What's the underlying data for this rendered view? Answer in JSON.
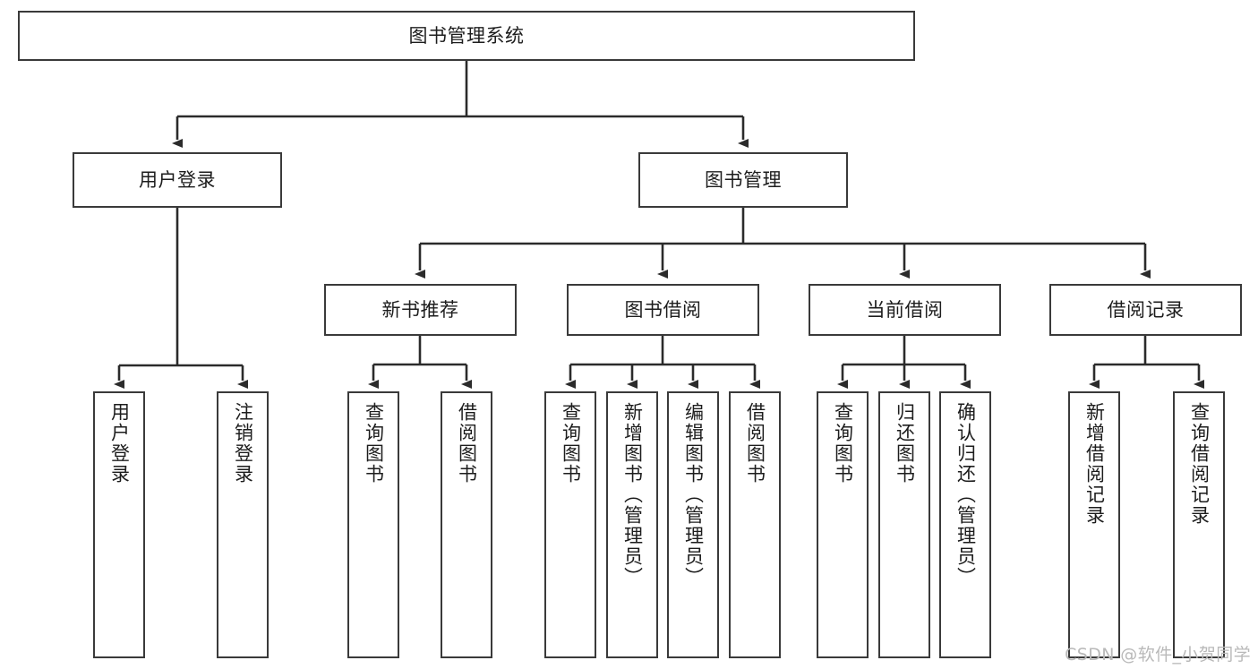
{
  "diagram": {
    "title": "图书管理系统",
    "type": "tree-hierarchy",
    "orientation": "top-down",
    "colors": {
      "node_border": "#3a3a3a",
      "node_fill": "#ffffff",
      "edge": "#2b2b2b",
      "text": "#1d1d1d",
      "background": "#ffffff",
      "watermark": "#b9b9b9"
    }
  },
  "root": {
    "label": "图书管理系统"
  },
  "level2": [
    {
      "label": "用户登录"
    },
    {
      "label": "图书管理"
    }
  ],
  "level3": [
    {
      "label": "新书推荐"
    },
    {
      "label": "图书借阅"
    },
    {
      "label": "当前借阅"
    },
    {
      "label": "借阅记录"
    }
  ],
  "leaves": {
    "user_login": [
      {
        "label": "用户登录"
      },
      {
        "label": "注销登录"
      }
    ],
    "new_book_recommend": [
      {
        "label": "查询图书"
      },
      {
        "label": "借阅图书"
      }
    ],
    "book_borrow": [
      {
        "label": "查询图书"
      },
      {
        "label": "新增图书（管理员）"
      },
      {
        "label": "编辑图书（管理员）"
      },
      {
        "label": "借阅图书"
      }
    ],
    "current_borrow": [
      {
        "label": "查询图书"
      },
      {
        "label": "归还图书"
      },
      {
        "label": "确认归还（管理员）"
      }
    ],
    "borrow_record": [
      {
        "label": "新增借阅记录"
      },
      {
        "label": "查询借阅记录"
      }
    ]
  },
  "watermark": {
    "text": "CSDN @软件_小贺同学"
  }
}
